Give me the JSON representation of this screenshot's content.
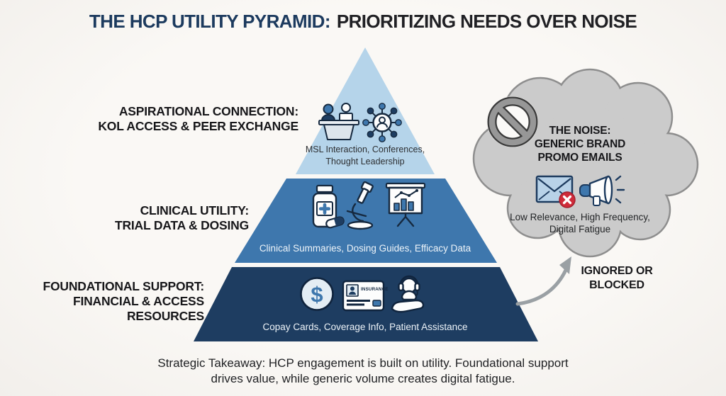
{
  "title": {
    "primary": "THE HCP UTILITY PYRAMID:",
    "secondary": "PRIORITIZING NEEDS OVER NOISE",
    "primary_color": "#1c3a5e",
    "secondary_color": "#202024"
  },
  "pyramid": {
    "tiers": [
      {
        "name": "aspirational-connection",
        "color": "#b5d4ea",
        "label_lines": [
          "ASPIRATIONAL CONNECTION:",
          "KOL ACCESS & PEER EXCHANGE"
        ],
        "content_lines": [
          "MSL Interaction, Conferences,",
          "Thought Leadership"
        ],
        "icons": [
          "podium-speakers-icon",
          "peer-network-icon"
        ]
      },
      {
        "name": "clinical-utility",
        "color": "#3e77ad",
        "label_lines": [
          "CLINICAL UTILITY:",
          "TRIAL DATA & DOSING"
        ],
        "content_lines": [
          "Clinical Summaries, Dosing Guides, Efficacy Data"
        ],
        "icons": [
          "pill-bottle-icon",
          "microscope-icon",
          "efficacy-chart-icon"
        ]
      },
      {
        "name": "foundational-support",
        "color": "#1e3d61",
        "label_lines": [
          "FOUNDATIONAL SUPPORT:",
          "FINANCIAL & ACCESS",
          "RESOURCES"
        ],
        "content_lines": [
          "Copay Cards, Coverage Info, Patient Assistance"
        ],
        "icons": [
          "copay-dollar-icon",
          "insurance-card-icon",
          "patient-assistance-icon"
        ]
      }
    ]
  },
  "noise_cloud": {
    "fill_color": "#cbcbcb",
    "border_color": "#8e8e8e",
    "title_lines": [
      "THE NOISE:",
      "GENERIC BRAND",
      "PROMO EMAILS"
    ],
    "detail_lines": [
      "Low Relevance, High Frequency,",
      "Digital Fatigue"
    ],
    "icons": [
      "prohibited-icon",
      "blocked-email-icon",
      "megaphone-icon"
    ]
  },
  "annotation": {
    "lines": [
      "IGNORED OR",
      "BLOCKED"
    ]
  },
  "takeaway": {
    "lines": [
      "Strategic Takeaway: HCP engagement is built on utility. Foundational support",
      "drives value, while generic volume creates digital fatigue."
    ]
  },
  "icon_text": {
    "dollar": "$",
    "insurance": "INSURANCE"
  }
}
